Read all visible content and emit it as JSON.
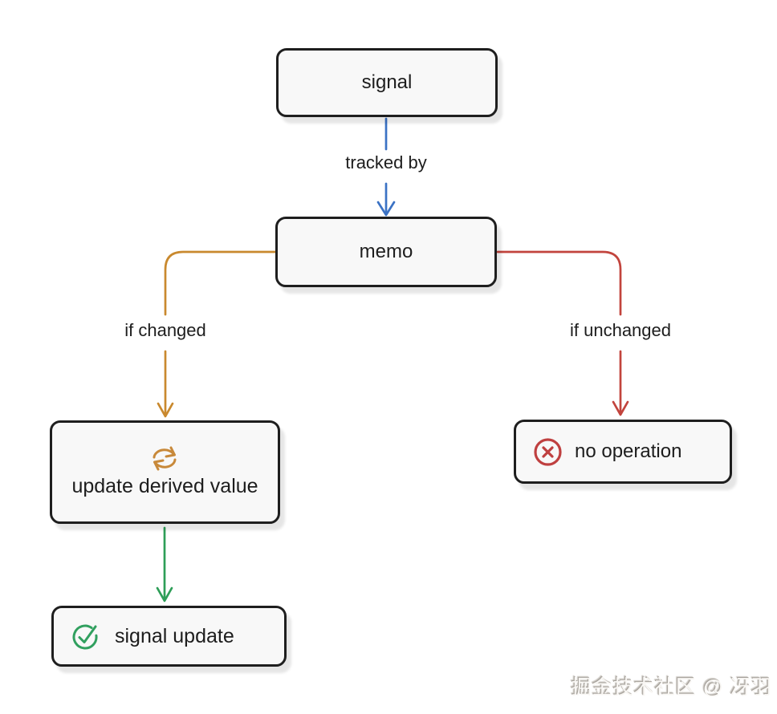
{
  "theme": {
    "background": "#ffffff",
    "node_fill": "#f8f8f8",
    "node_border": "#1e1e1e",
    "text_color": "#1d1d1d"
  },
  "nodes": {
    "signal": {
      "label": "signal"
    },
    "memo": {
      "label": "memo"
    },
    "update_derived_value": {
      "label": "update derived value",
      "icon": "sync-icon",
      "icon_color": "#c8893a"
    },
    "no_operation": {
      "label": "no operation",
      "icon": "x-circle-icon",
      "icon_color": "#bf4040"
    },
    "signal_update": {
      "label": "signal update",
      "icon": "check-circle-icon",
      "icon_color": "#31a05f"
    }
  },
  "edges": {
    "signal_to_memo": {
      "from": "signal",
      "to": "memo",
      "label": "tracked by",
      "color": "#3b72c4"
    },
    "memo_to_update": {
      "from": "memo",
      "to": "update_derived_value",
      "label": "if changed",
      "color": "#c9892e"
    },
    "memo_to_no_operation": {
      "from": "memo",
      "to": "no_operation",
      "label": "if unchanged",
      "color": "#c2443d"
    },
    "update_to_signal_update": {
      "from": "update_derived_value",
      "to": "signal_update",
      "label": "",
      "color": "#2e9e58"
    }
  },
  "watermark": {
    "text": "掘金技术社区 @ 冴羽"
  }
}
